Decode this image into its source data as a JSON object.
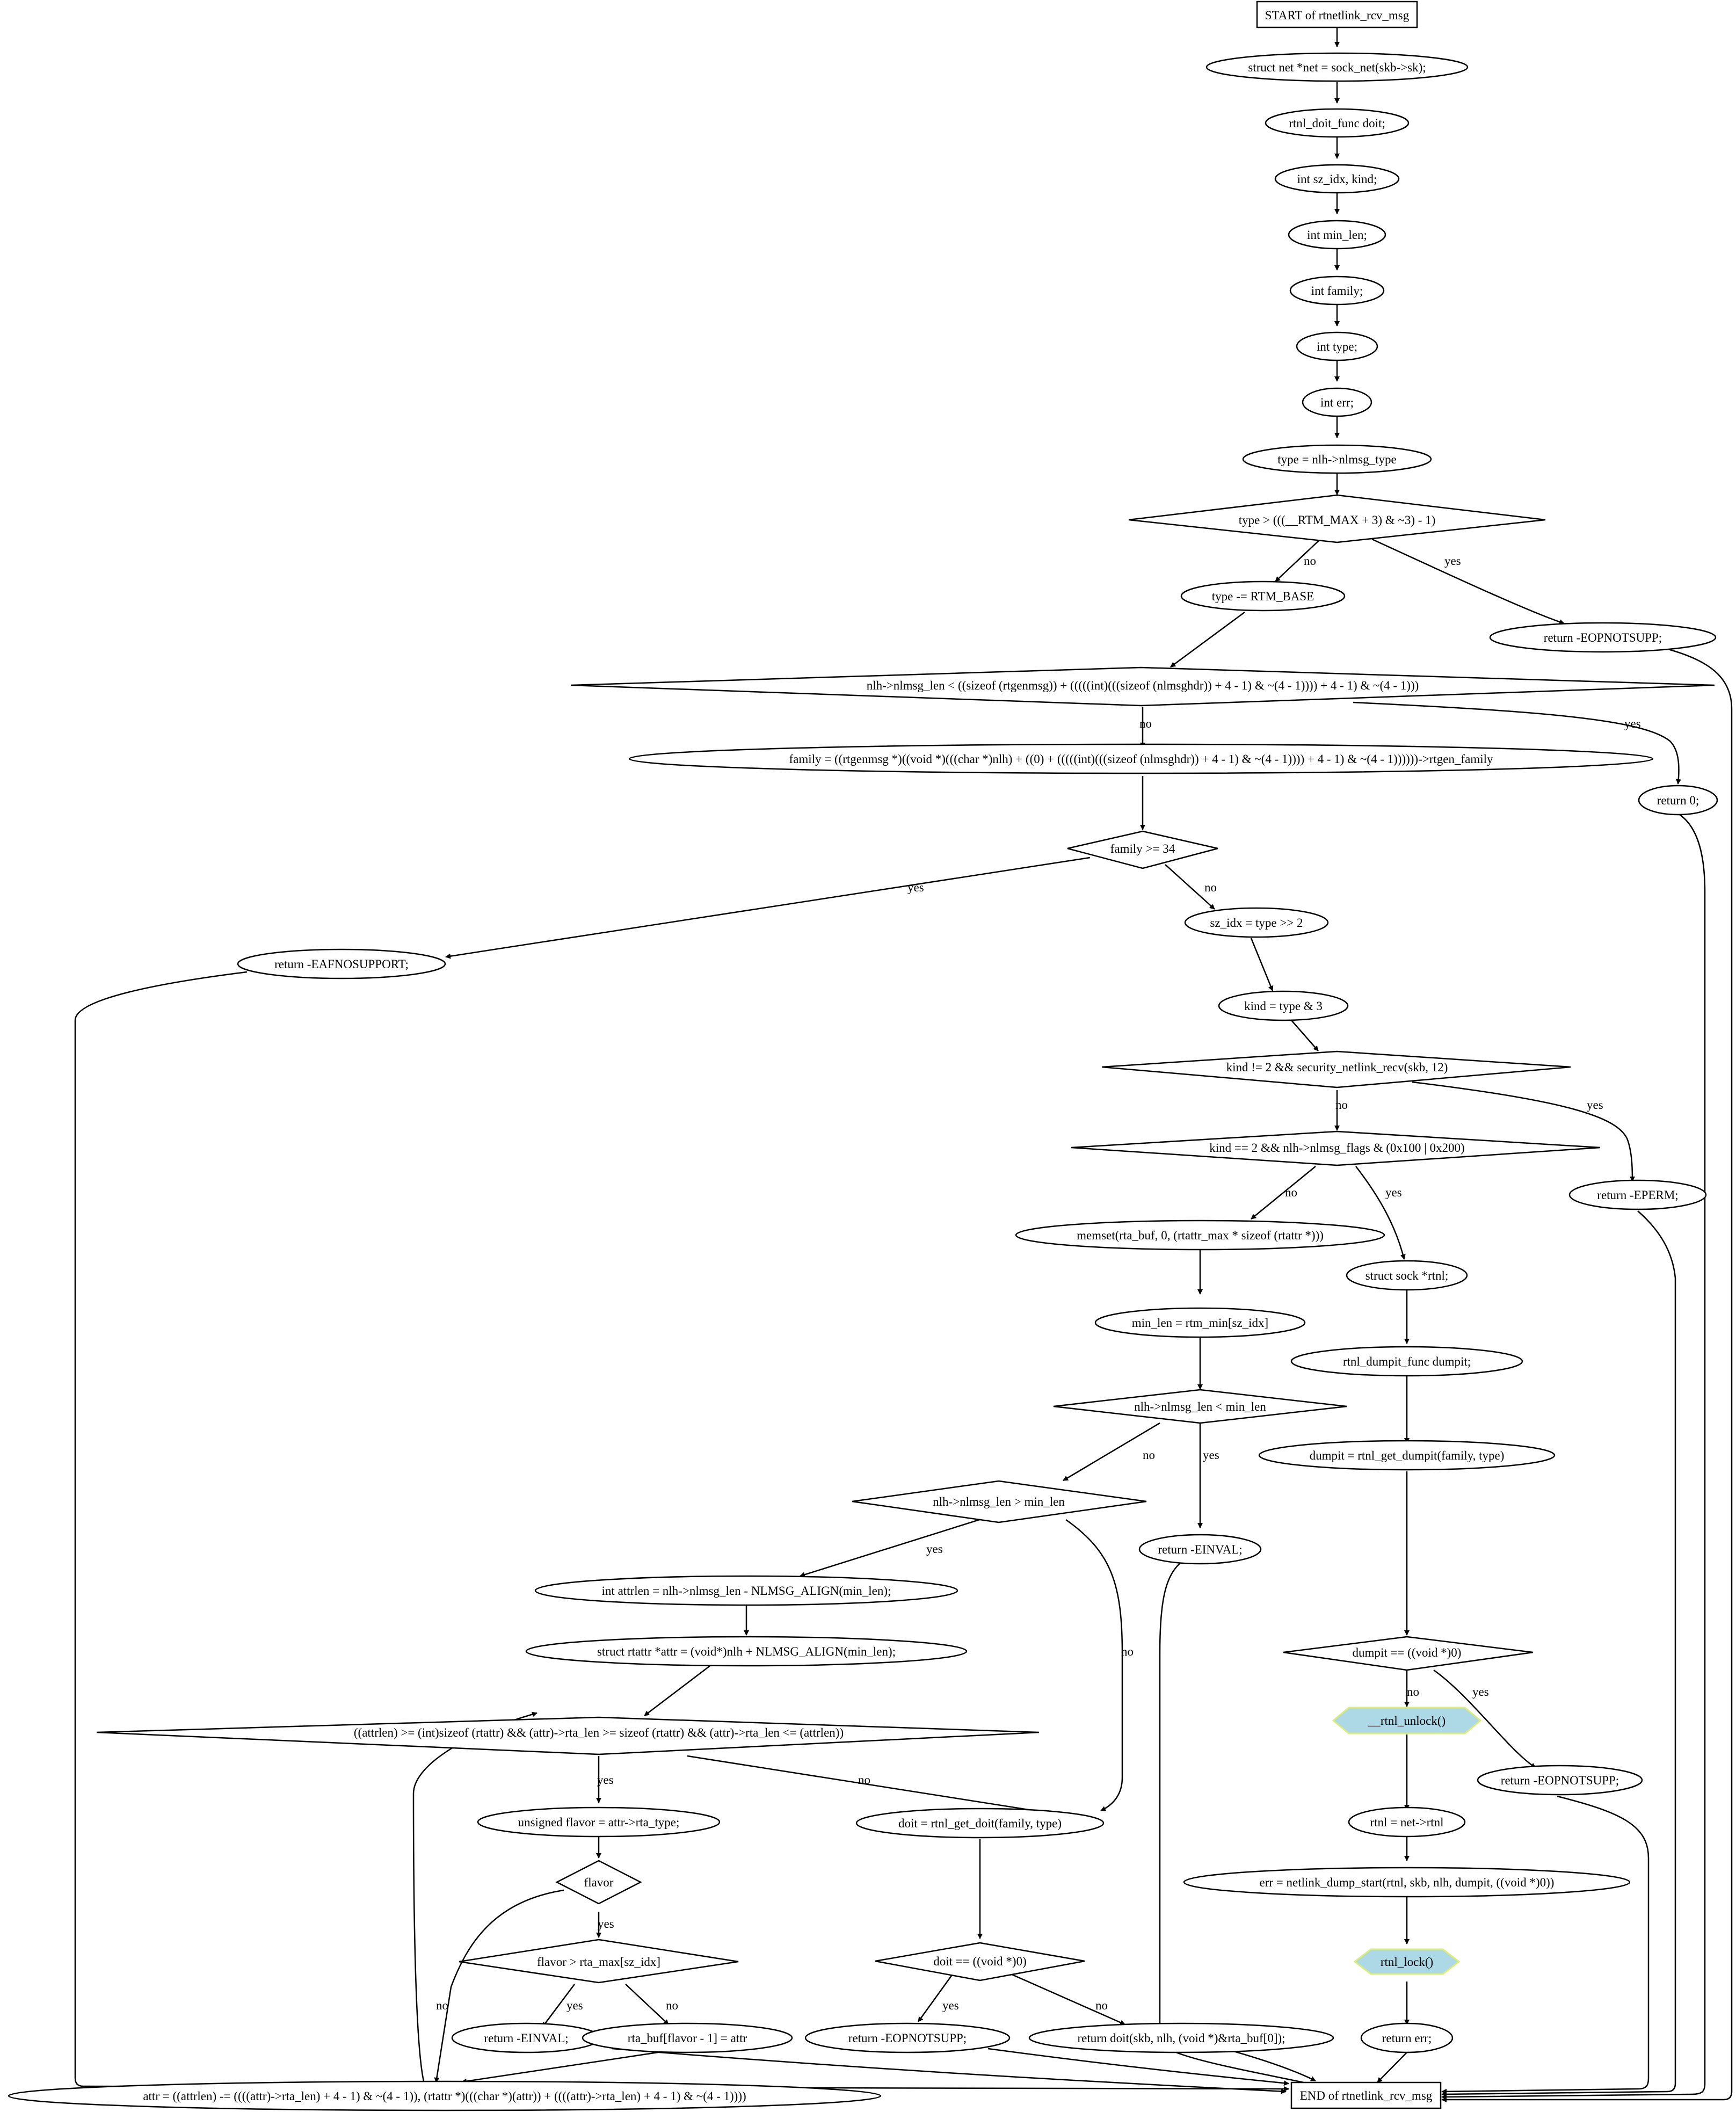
{
  "nodes": [
    {
      "id": "start",
      "text": "START of rtnetlink_rcv_msg"
    },
    {
      "id": "n1",
      "text": "struct net *net = sock_net(skb->sk);"
    },
    {
      "id": "n2",
      "text": "rtnl_doit_func doit;"
    },
    {
      "id": "n3",
      "text": "int sz_idx, kind;"
    },
    {
      "id": "n4",
      "text": "int min_len;"
    },
    {
      "id": "n5",
      "text": "int family;"
    },
    {
      "id": "n6",
      "text": "int type;"
    },
    {
      "id": "n7",
      "text": "int err;"
    },
    {
      "id": "n8",
      "text": "type = nlh->nlmsg_type"
    },
    {
      "id": "d1",
      "text": "type > (((__RTM_MAX + 3) & ~3) - 1)"
    },
    {
      "id": "n9",
      "text": "type -= RTM_BASE"
    },
    {
      "id": "r1",
      "text": "return -EOPNOTSUPP;"
    },
    {
      "id": "d2",
      "text": "nlh->nlmsg_len < ((sizeof (rtgenmsg)) + (((((int)(((sizeof (nlmsghdr)) + 4 - 1) & ~(4 - 1)))) + 4 - 1) & ~(4 - 1)))"
    },
    {
      "id": "n10",
      "text": "family = ((rtgenmsg *)((void *)(((char *)nlh) + ((0) + (((((int)(((sizeof (nlmsghdr)) + 4 - 1) & ~(4 - 1)))) + 4 - 1) & ~(4 - 1))))))->rtgen_family"
    },
    {
      "id": "r2",
      "text": "return 0;"
    },
    {
      "id": "d3",
      "text": "family >= 34"
    },
    {
      "id": "r3",
      "text": "return -EAFNOSUPPORT;"
    },
    {
      "id": "n11",
      "text": "sz_idx = type >> 2"
    },
    {
      "id": "n12",
      "text": "kind = type & 3"
    },
    {
      "id": "d4",
      "text": "kind != 2 && security_netlink_recv(skb, 12)"
    },
    {
      "id": "d5",
      "text": "kind == 2 && nlh->nlmsg_flags & (0x100 | 0x200)"
    },
    {
      "id": "r4",
      "text": "return -EPERM;"
    },
    {
      "id": "n13",
      "text": "memset(rta_buf, 0, (rtattr_max * sizeof (rtattr *)))"
    },
    {
      "id": "n14",
      "text": "struct sock *rtnl;"
    },
    {
      "id": "n15",
      "text": "min_len = rtm_min[sz_idx]"
    },
    {
      "id": "n16",
      "text": "rtnl_dumpit_func dumpit;"
    },
    {
      "id": "d6",
      "text": "nlh->nlmsg_len < min_len"
    },
    {
      "id": "n17",
      "text": "dumpit = rtnl_get_dumpit(family, type)"
    },
    {
      "id": "d7",
      "text": "nlh->nlmsg_len > min_len"
    },
    {
      "id": "r5",
      "text": "return -EINVAL;"
    },
    {
      "id": "n18",
      "text": "int attrlen = nlh->nlmsg_len - NLMSG_ALIGN(min_len);"
    },
    {
      "id": "n19",
      "text": "struct rtattr *attr = (void*)nlh + NLMSG_ALIGN(min_len);"
    },
    {
      "id": "d8",
      "text": "dumpit == ((void *)0)"
    },
    {
      "id": "d9",
      "text": "((attrlen) >= (int)sizeof (rtattr) && (attr)->rta_len >= sizeof (rtattr) && (attr)->rta_len <= (attrlen))"
    },
    {
      "id": "h1",
      "text": "__rtnl_unlock()"
    },
    {
      "id": "r6",
      "text": "return -EOPNOTSUPP;"
    },
    {
      "id": "n20",
      "text": "unsigned flavor = attr->rta_type;"
    },
    {
      "id": "n21",
      "text": "doit = rtnl_get_doit(family, type)"
    },
    {
      "id": "n22",
      "text": "rtnl = net->rtnl"
    },
    {
      "id": "d10",
      "text": "flavor"
    },
    {
      "id": "n23",
      "text": "err = netlink_dump_start(rtnl, skb, nlh, dumpit, ((void *)0))"
    },
    {
      "id": "d11",
      "text": "flavor > rta_max[sz_idx]"
    },
    {
      "id": "d12",
      "text": "doit == ((void *)0)"
    },
    {
      "id": "h2",
      "text": "rtnl_lock()"
    },
    {
      "id": "r7",
      "text": "return -EINVAL;"
    },
    {
      "id": "n24",
      "text": "rta_buf[flavor - 1] = attr"
    },
    {
      "id": "r8",
      "text": "return -EOPNOTSUPP;"
    },
    {
      "id": "r9",
      "text": "return doit(skb, nlh, (void *)&rta_buf[0]);"
    },
    {
      "id": "r10",
      "text": "return err;"
    },
    {
      "id": "n25",
      "text": "attr = ((attrlen) -= ((((attr)->rta_len) + 4 - 1) & ~(4 - 1)), (rtattr *)(((char *)(attr)) + ((((attr)->rta_len) + 4 - 1) & ~(4 - 1))))"
    },
    {
      "id": "end",
      "text": "END of rtnetlink_rcv_msg"
    }
  ],
  "edge_labels": [
    {
      "id": "l1",
      "text": "no"
    },
    {
      "id": "l2",
      "text": "yes"
    },
    {
      "id": "l3",
      "text": "no"
    },
    {
      "id": "l4",
      "text": "yes"
    },
    {
      "id": "l5",
      "text": "yes"
    },
    {
      "id": "l6",
      "text": "no"
    },
    {
      "id": "l7",
      "text": "no"
    },
    {
      "id": "l8",
      "text": "yes"
    },
    {
      "id": "l9",
      "text": "no"
    },
    {
      "id": "l10",
      "text": "yes"
    },
    {
      "id": "l11",
      "text": "no"
    },
    {
      "id": "l12",
      "text": "yes"
    },
    {
      "id": "l13",
      "text": "yes"
    },
    {
      "id": "l14",
      "text": "no"
    },
    {
      "id": "l15",
      "text": "no"
    },
    {
      "id": "l16",
      "text": "yes"
    },
    {
      "id": "l17",
      "text": "yes"
    },
    {
      "id": "l18",
      "text": "no"
    },
    {
      "id": "l19",
      "text": "yes"
    },
    {
      "id": "l20",
      "text": "no"
    },
    {
      "id": "l21",
      "text": "yes"
    },
    {
      "id": "l22",
      "text": "no"
    },
    {
      "id": "l23",
      "text": "yes"
    },
    {
      "id": "l24",
      "text": "no"
    },
    {
      "id": "l25",
      "text": "no"
    }
  ]
}
